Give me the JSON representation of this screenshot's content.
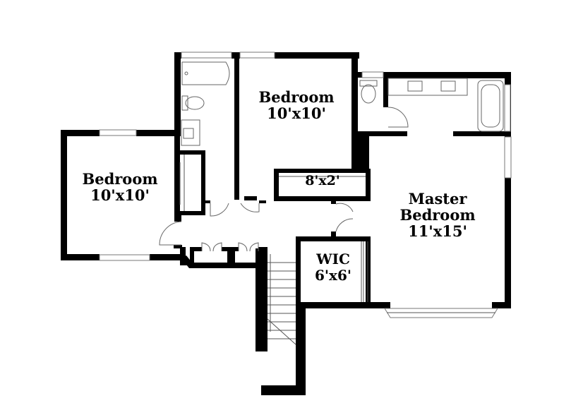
{
  "rooms": [
    {
      "id": "bedroom_left",
      "name": "Bedroom",
      "size": "10'x10'"
    },
    {
      "id": "bedroom_top",
      "name": "Bedroom",
      "size": "10'x10'"
    },
    {
      "id": "closet",
      "name": "",
      "size": "8'x2'"
    },
    {
      "id": "master",
      "name": "Master",
      "name2": "Bedroom",
      "size": "11'x15'"
    },
    {
      "id": "wic",
      "name": "WIC",
      "size": "6'x6'"
    }
  ],
  "colors": {
    "wall": "#000000",
    "background": "#ffffff",
    "fixture": "#666666"
  }
}
